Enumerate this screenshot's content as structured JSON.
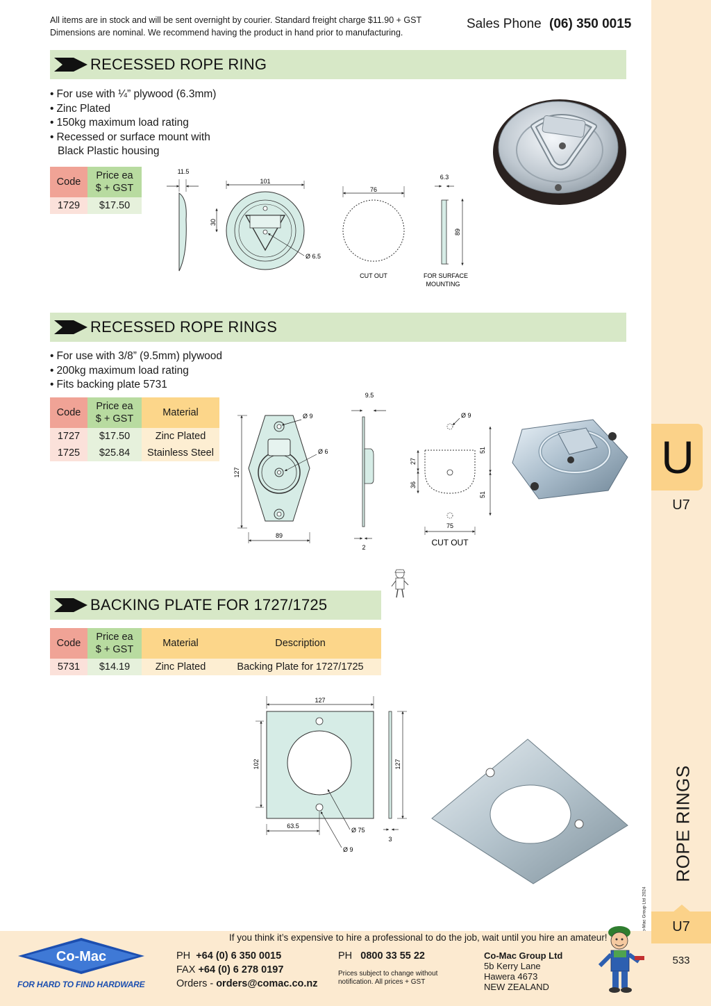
{
  "header": {
    "notice_line1": "All items are in stock and will be sent overnight by courier. Standard freight charge $11.90 + GST",
    "notice_line2": "Dimensions are nominal. We recommend having the product in hand prior to manufacturing.",
    "sales_label": "Sales Phone",
    "sales_number": "(06) 350 0015"
  },
  "section1": {
    "title": "RECESSED ROPE RING",
    "bullets": [
      "For use with ¼” plywood (6.3mm)",
      "Zinc Plated",
      "150kg maximum load rating",
      "Recessed or surface mount with"
    ],
    "bullet_cont": "Black Plastic housing",
    "table": {
      "headers": [
        "Code",
        "Price ea",
        "$ + GST"
      ],
      "rows": [
        {
          "code": "1729",
          "price": "$17.50"
        }
      ]
    },
    "dims": {
      "d1": "11.5",
      "d2": "101",
      "d3": "30",
      "d4": "Ø 6.5",
      "d5": "76",
      "d6": "CUT OUT",
      "d7": "6.3",
      "d8": "89",
      "d9": "FOR SURFACE",
      "d10": "MOUNTING"
    }
  },
  "section2": {
    "title": "RECESSED ROPE RINGS",
    "bullets": [
      "For use with 3/8” (9.5mm) plywood",
      "200kg maximum load rating",
      "Fits backing plate 5731"
    ],
    "table": {
      "headers": [
        "Code",
        "Price ea",
        "$ + GST",
        "Material"
      ],
      "rows": [
        {
          "code": "1727",
          "price": "$17.50",
          "material": "Zinc Plated"
        },
        {
          "code": "1725",
          "price": "$25.84",
          "material": "Stainless Steel"
        }
      ]
    },
    "dims": {
      "d1": "Ø 9",
      "d2": "Ø 6",
      "d3": "127",
      "d4": "89",
      "d5": "9.5",
      "d6": "2",
      "d7": "Ø 9",
      "d8": "27",
      "d9": "36",
      "d10": "51",
      "d11": "51",
      "d12": "75",
      "d13": "CUT OUT"
    }
  },
  "section3": {
    "title": "BACKING PLATE FOR 1727/1725",
    "table": {
      "headers": [
        "Code",
        "Price ea",
        "$ + GST",
        "Material",
        "Description"
      ],
      "rows": [
        {
          "code": "5731",
          "price": "$14.19",
          "material": "Zinc Plated",
          "description": "Backing Plate for 1727/1725"
        }
      ]
    },
    "dims": {
      "d1": "127",
      "d2": "102",
      "d3": "127",
      "d4": "63.5",
      "d5": "Ø 75",
      "d6": "Ø 9",
      "d7": "3"
    }
  },
  "sidebar": {
    "letter": "U",
    "code": "U7",
    "category": "ROPE RINGS",
    "copyright": "© Co-Mac Group Ltd 2024",
    "page": "533"
  },
  "footer": {
    "tagline": "If you think it’s expensive to hire a professional to do the job, wait until you hire an amateur!",
    "ph_label": "PH",
    "ph": "+64 (0) 6 350 0015",
    "fax_label": "FAX",
    "fax": "+64 (0) 6 278 0197",
    "orders_label": "Orders -",
    "orders": "orders@comac.co.nz",
    "ph2_label": "PH",
    "ph2": "0800 33 55 22",
    "disclaimer1": "Prices subject to change without",
    "disclaimer2": "notification. All prices + GST",
    "company": "Co-Mac Group Ltd",
    "addr1": "5b Kerry Lane",
    "addr2": "Hawera 4673",
    "addr3": "NEW ZEALAND",
    "logo_text": "Co-Mac",
    "logo_tagline": "FOR HARD TO FIND HARDWARE"
  },
  "colors": {
    "section_bar": "#d7e8c7",
    "code_header": "#f0a396",
    "price_header": "#b8dba0",
    "material_header": "#fcd68a",
    "sidebar": "#fcead0",
    "tab": "#fbd289",
    "logo_blue": "#1c4fb0"
  }
}
